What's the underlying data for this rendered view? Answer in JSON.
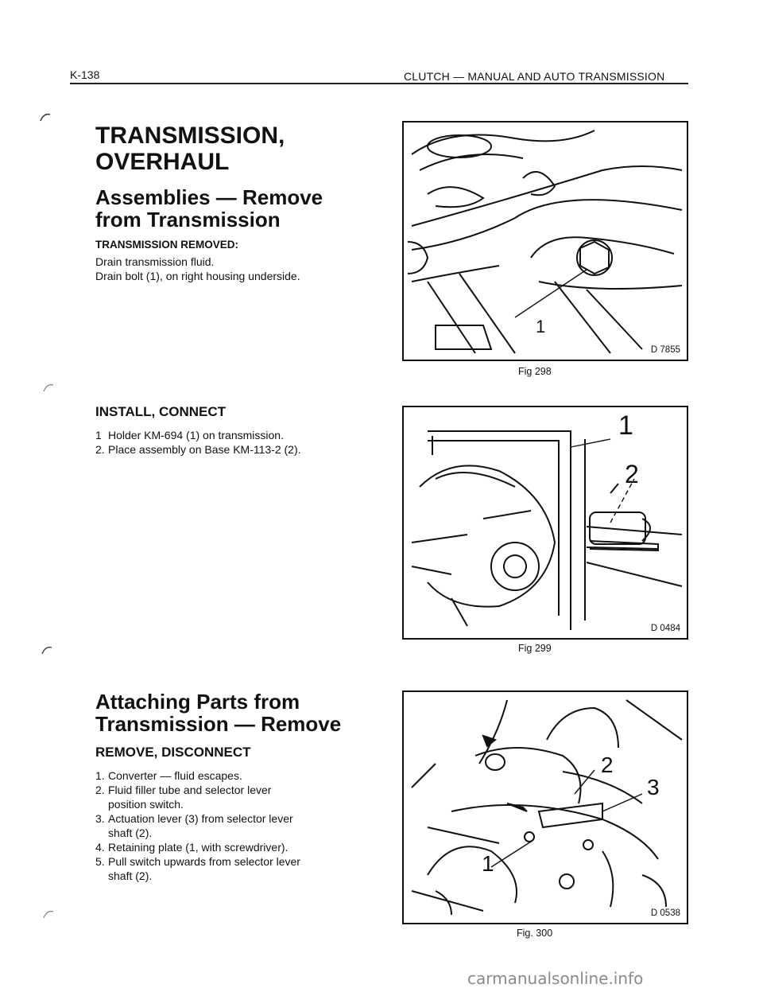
{
  "header": {
    "page_number": "K-138",
    "running_title": "CLUTCH — MANUAL AND AUTO TRANSMISSION"
  },
  "section1": {
    "title_line1": "TRANSMISSION,",
    "title_line2": "OVERHAUL",
    "subtitle_line1": "Assemblies — Remove",
    "subtitle_line2": "from Transmission",
    "step_heading": "TRANSMISSION REMOVED:",
    "lines": [
      "Drain transmission fluid.",
      "Drain bolt (1), on right housing underside."
    ]
  },
  "section2": {
    "heading": "INSTALL, CONNECT",
    "items": [
      {
        "num": "1",
        "text": "Holder KM-694 (1) on transmission."
      },
      {
        "num": "2.",
        "text": "Place assembly on Base KM-113-2 (2)."
      }
    ]
  },
  "section3": {
    "title_line1": "Attaching Parts from",
    "title_line2": "Transmission — Remove",
    "heading": "REMOVE, DISCONNECT",
    "items": [
      {
        "num": "1.",
        "line1": "Converter — fluid escapes.",
        "line2": ""
      },
      {
        "num": "2.",
        "line1": "Fluid filler tube and selector lever",
        "line2": "position switch."
      },
      {
        "num": "3.",
        "line1": "Actuation lever (3) from selector lever",
        "line2": "shaft (2)."
      },
      {
        "num": "4.",
        "line1": "Retaining plate (1, with screwdriver).",
        "line2": ""
      },
      {
        "num": "5.",
        "line1": "Pull switch upwards from selector lever",
        "line2": "shaft (2)."
      }
    ]
  },
  "figures": [
    {
      "code": "D 7855",
      "caption": "Fig 298",
      "callouts": [
        "1"
      ]
    },
    {
      "code": "D 0484",
      "caption": "Fig 299",
      "callouts": [
        "1",
        "2"
      ]
    },
    {
      "code": "D 0538",
      "caption": "Fig. 300",
      "callouts": [
        "1",
        "2",
        "3"
      ]
    }
  ],
  "watermark": "carmanualsonline.info"
}
